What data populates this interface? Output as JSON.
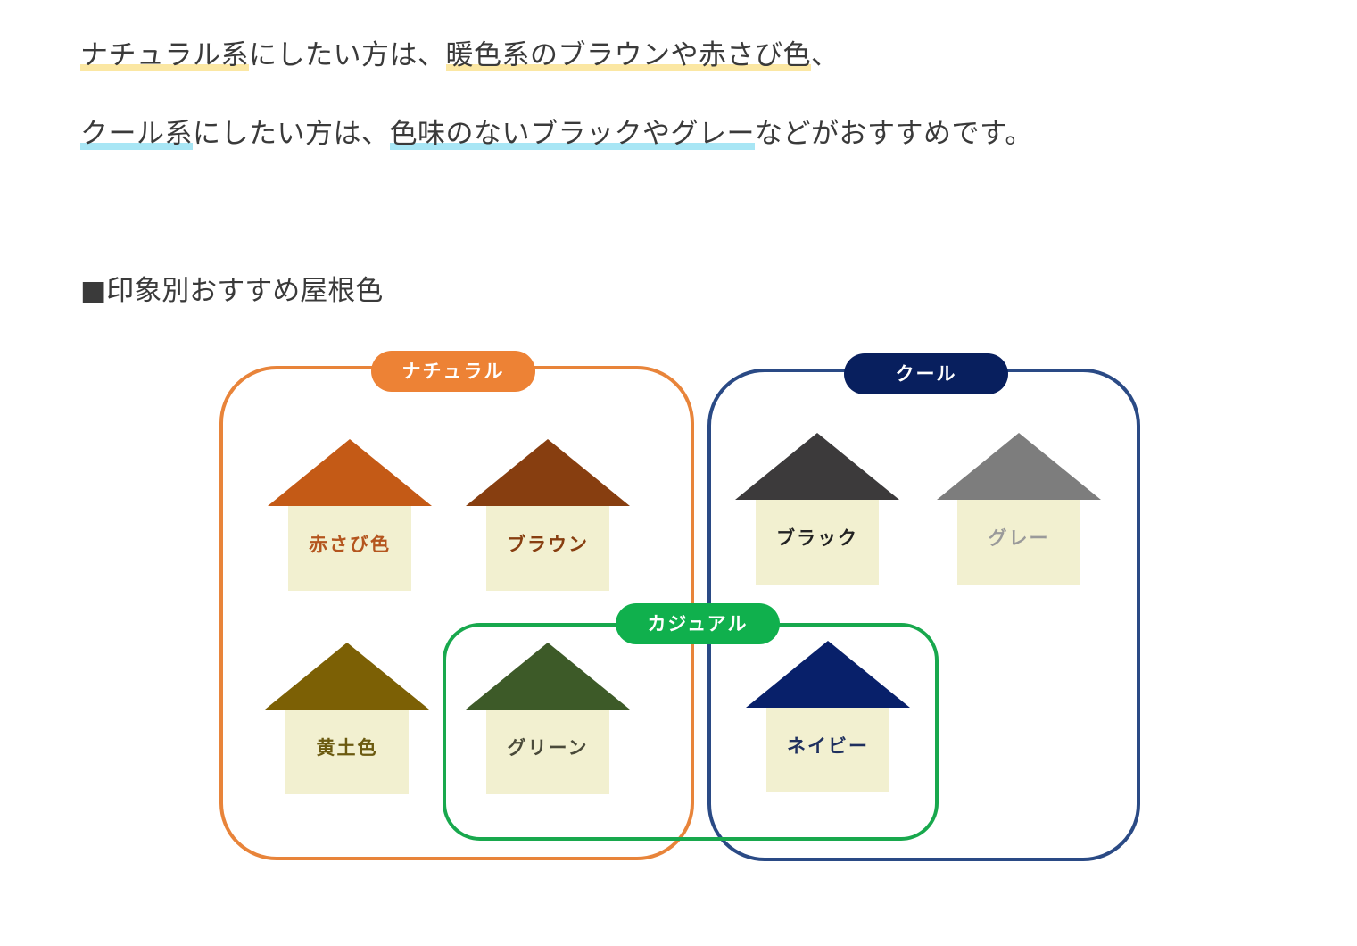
{
  "paragraphs": {
    "p1": {
      "natural": "ナチュラル系",
      "mid": "にしたい方は、",
      "warm": "暖色系のブラウンや赤さび色",
      "end": "、"
    },
    "p2": {
      "cool": "クール系",
      "mid": "にしたい方は、",
      "colorless": "色味のないブラックやグレー",
      "end": "などがおすすめです。"
    }
  },
  "heading": "■印象別おすすめ屋根色",
  "diagram": {
    "groups": {
      "natural": {
        "label": "ナチュラル",
        "color": "#e8843a"
      },
      "cool": {
        "label": "クール",
        "color": "#2a4a85"
      },
      "casual": {
        "label": "カジュアル",
        "color": "#18a84d"
      }
    },
    "pill_colors": {
      "natural": "#ed8235",
      "cool": "#081f5e",
      "casual": "#10b04d"
    },
    "houses": [
      {
        "key": "sabi",
        "label": "赤さび色",
        "roof": "#c45a16",
        "text": "#b4551e"
      },
      {
        "key": "brown",
        "label": "ブラウン",
        "roof": "#873e10",
        "text": "#873e10"
      },
      {
        "key": "black",
        "label": "ブラック",
        "roof": "#3c3a3b",
        "text": "#222222"
      },
      {
        "key": "gray",
        "label": "グレー",
        "roof": "#7d7d7d",
        "text": "#9a9a9a"
      },
      {
        "key": "ocher",
        "label": "黄土色",
        "roof": "#7c6005",
        "text": "#6b5a10"
      },
      {
        "key": "green",
        "label": "グリーン",
        "roof": "#3d5a28",
        "text": "#4a4a3a"
      },
      {
        "key": "navy",
        "label": "ネイビー",
        "roof": "#08206a",
        "text": "#1e2f5e"
      }
    ]
  }
}
